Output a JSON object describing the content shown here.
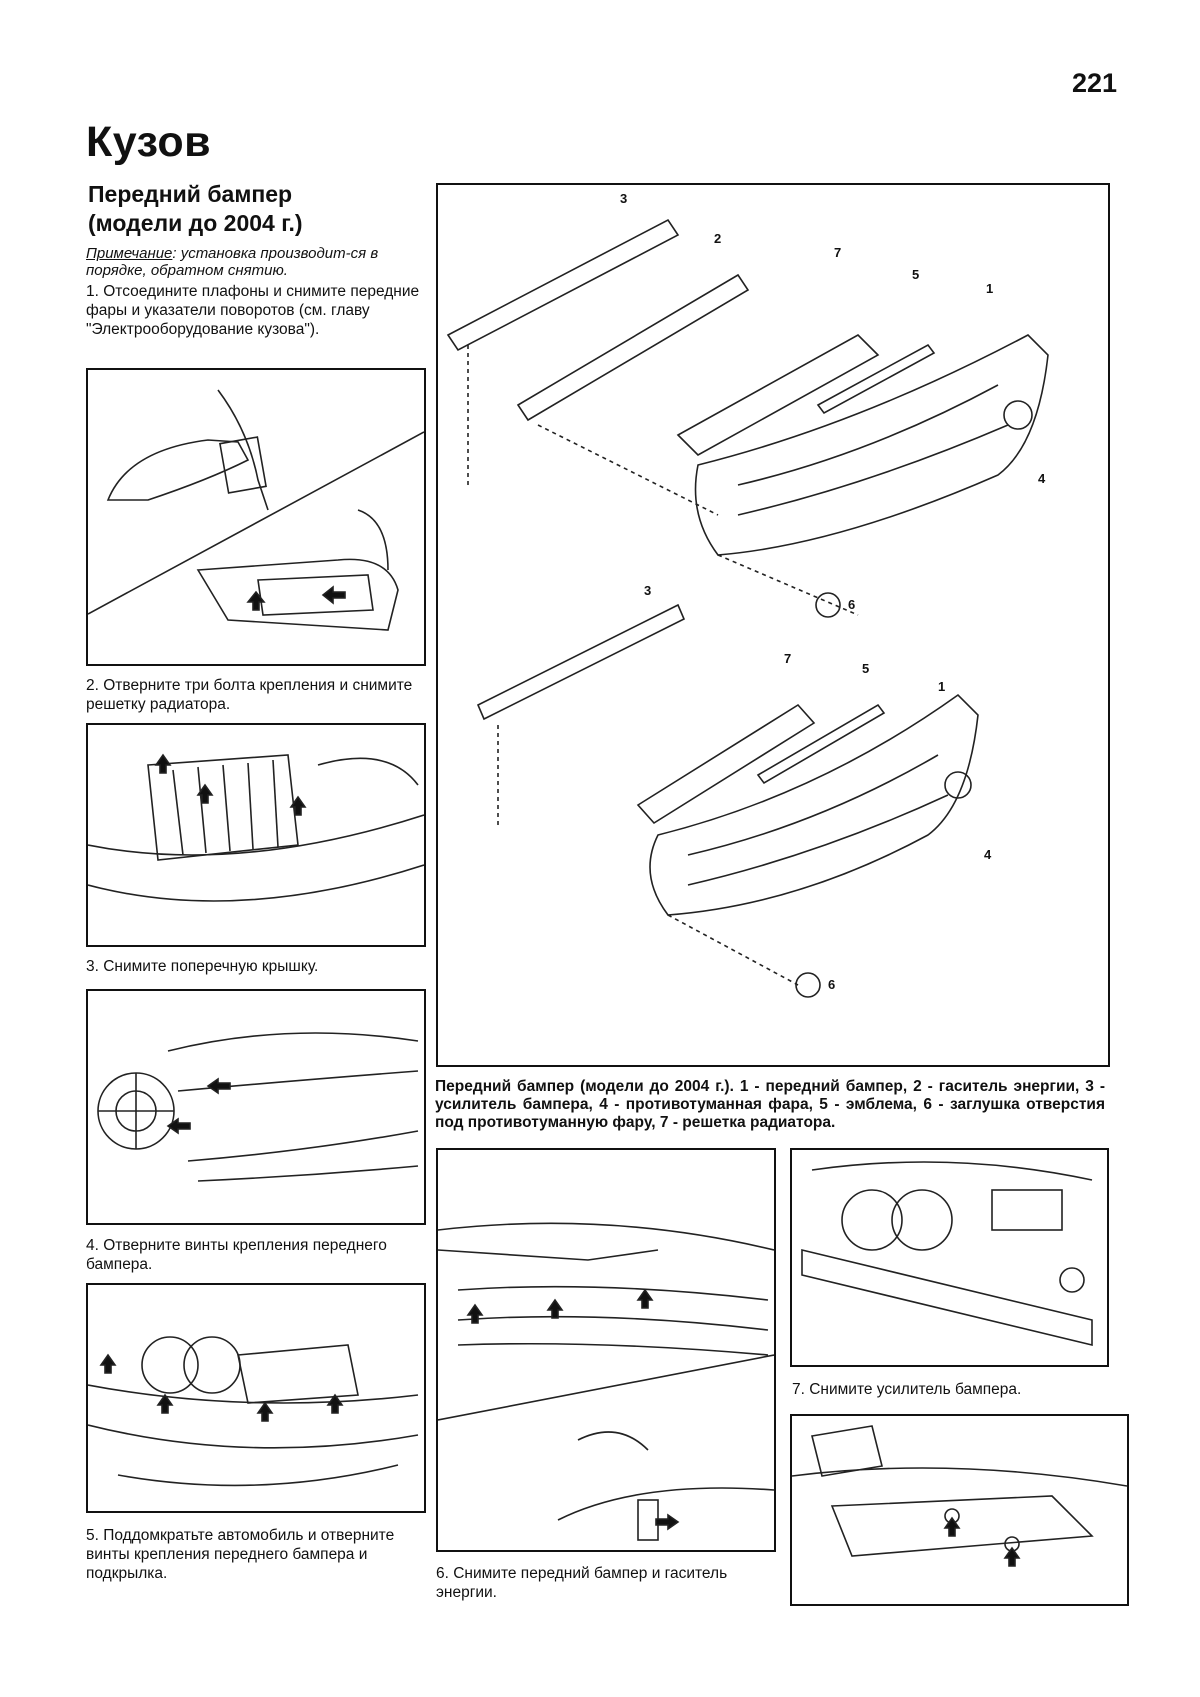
{
  "page_number": "221",
  "chapter_title": "Кузов",
  "section_title_line1": "Передний бампер",
  "section_title_line2": "(модели до 2004 г.)",
  "note_label": "Примечание",
  "note_text": ": установка производит-ся в порядке, обратном снятию.",
  "steps": [
    "1. Отсоедините плафоны и снимите передние фары и указатели поворотов (см. главу \"Электрооборудование кузова\").",
    "2. Отверните три болта крепления и снимите решетку радиатора.",
    "3. Снимите поперечную крышку.",
    "4. Отверните винты крепления переднего бампера.",
    "5. Поддомкратьте автомобиль и отверните винты крепления переднего бампера и подкрылка.",
    "6. Снимите передний бампер и гаситель энергии.",
    "7. Снимите усилитель бампера."
  ],
  "main_caption": "Передний бампер (модели до 2004 г.). 1 - передний бампер, 2 - гаситель энергии, 3 - усилитель бампера, 4 - противотуманная фара, 5 - эмблема, 6 - заглушка отверстия под противотуманную фару, 7 - решетка радиатора.",
  "callouts_top": [
    "3",
    "2",
    "7",
    "5",
    "1",
    "4",
    "6"
  ],
  "callouts_bottom": [
    "3",
    "7",
    "5",
    "1",
    "4",
    "6"
  ]
}
